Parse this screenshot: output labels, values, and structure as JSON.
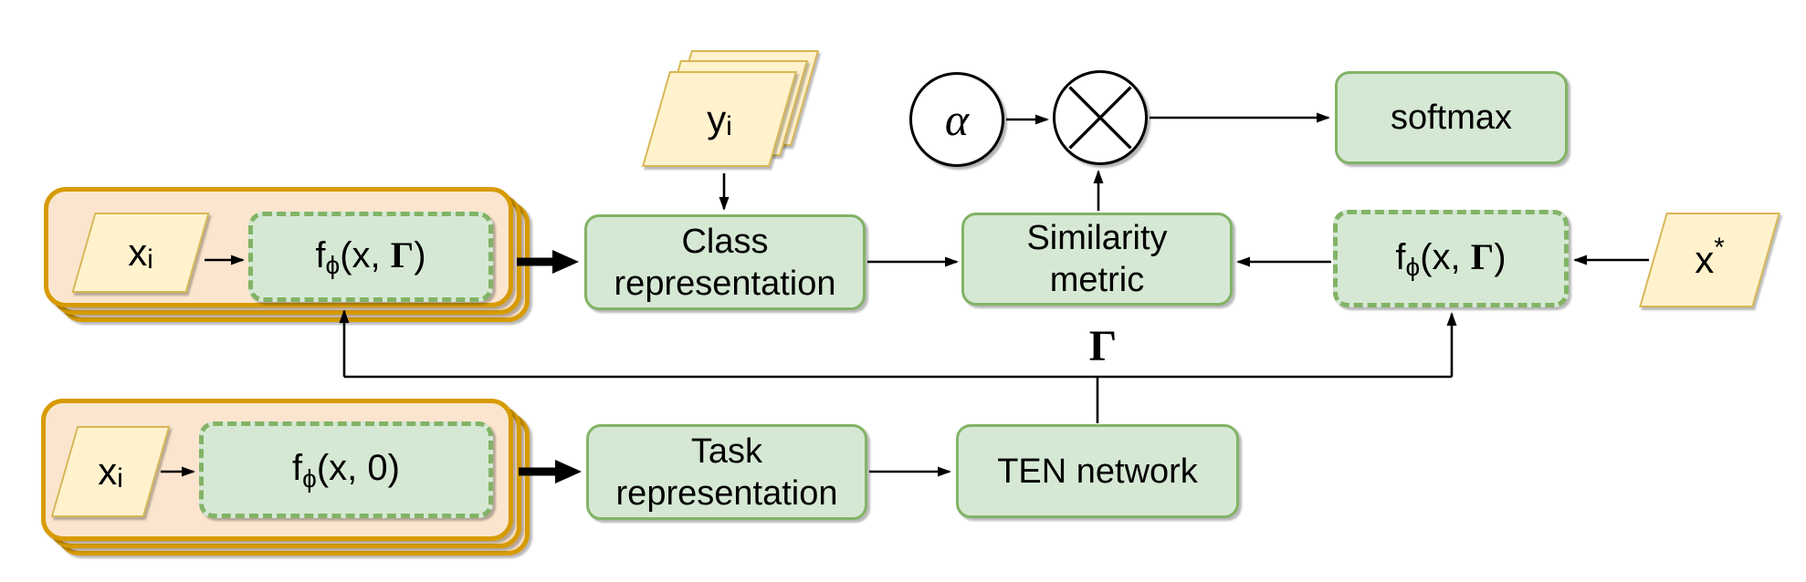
{
  "diagram": {
    "nodes": {
      "xi_support": {
        "base": "x",
        "sub": "i"
      },
      "encoder_support": {
        "pre": "f",
        "sub": "ϕ",
        "mid": "(x, ",
        "gamma": "Γ",
        "post": ")"
      },
      "yi": {
        "base": "y",
        "sub": "i"
      },
      "class_rep": {
        "line1": "Class",
        "line2": "representation"
      },
      "similarity": {
        "line1": "Similarity",
        "line2": "metric"
      },
      "alpha": {
        "label": "α"
      },
      "softmax": {
        "label": "softmax"
      },
      "encoder_query": {
        "pre": "f",
        "sub": "ϕ",
        "mid": "(x, ",
        "gamma": "Γ",
        "post": ")"
      },
      "xstar": {
        "base": "x",
        "sup": "*"
      },
      "xi_task": {
        "base": "x",
        "sub": "i"
      },
      "encoder_task": {
        "pre": "f",
        "sub": "ϕ",
        "mid": "(x, 0)",
        "gamma": "",
        "post": ""
      },
      "task_rep": {
        "line1": "Task",
        "line2": "representation"
      },
      "ten_network": {
        "label": "TEN network"
      },
      "gamma": {
        "label": "Γ"
      }
    },
    "colors": {
      "green_fill": "#d5e8d4",
      "green_border": "#82b366",
      "yellow_fill": "#fff2cc",
      "yellow_border": "#d6b656",
      "orange_fill": "#fbe5cf",
      "orange_border": "#d79b00",
      "line": "#000000",
      "node_text": "#000000"
    }
  }
}
